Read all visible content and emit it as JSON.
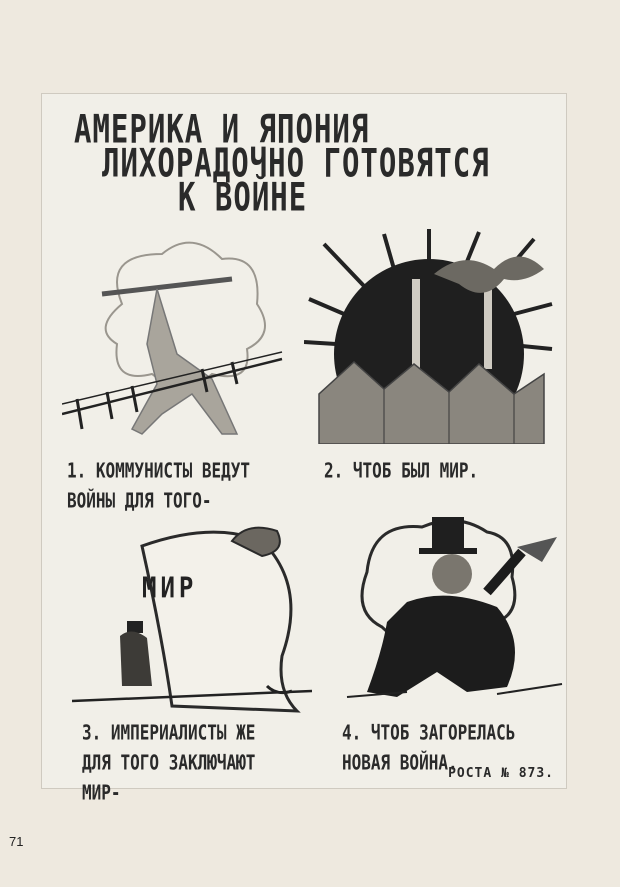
{
  "poster": {
    "title_lines": [
      "АМЕРИКА И ЯПОНИЯ",
      "ЛИХОРАДОЧНО ГОТОВЯТСЯ",
      "К ВОЙНЕ"
    ],
    "captions": [
      {
        "line1": "1. КОММУНИСТЫ ВЕДУТ",
        "line2": "ВОЙНЫ ДЛЯ ТОГО-",
        "line3": ""
      },
      {
        "line1": "2. ЧТОБ БЫЛ МИР.",
        "line2": "",
        "line3": ""
      },
      {
        "line1": "3. ИМПЕРИАЛИСТЫ ЖЕ",
        "line2": "ДЛЯ ТОГО ЗАКЛЮЧАЮТ",
        "line3": "МИР-"
      },
      {
        "line1": "4. ЧТОБ ЗАГОРЕЛАСЬ",
        "line2": "НОВАЯ ВОЙНА.",
        "line3": ""
      }
    ],
    "sign_text": "МИР",
    "signature": "РОСТА № 873."
  },
  "page_number": "71",
  "colors": {
    "page": "#eee9df",
    "poster": "#f1efe8",
    "ink": "#2a2a2a",
    "shadow": "#55524c"
  }
}
